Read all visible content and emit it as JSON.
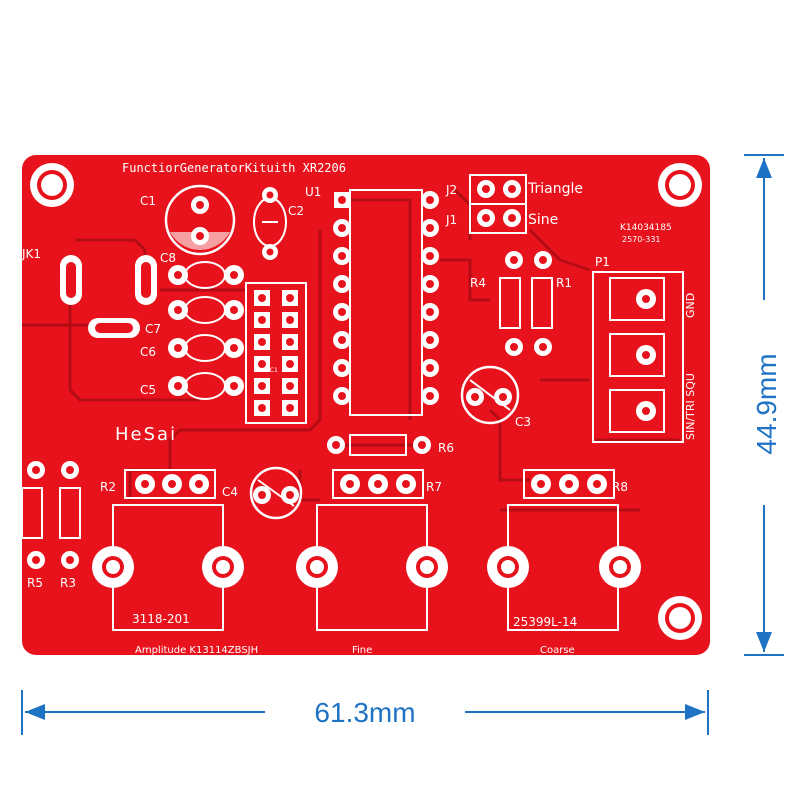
{
  "board": {
    "title": "FunctiorGeneratorKituith XR2206",
    "brand": "HeSai",
    "part_code": "K14034185",
    "part_code_2": "2570-331",
    "colors": {
      "pcb": "#e8121c",
      "silk": "#ffffff",
      "dimension": "#1f73c4"
    }
  },
  "components": {
    "c1": "C1",
    "c2": "C2",
    "c3": "C3",
    "c4": "C4",
    "c5": "C5",
    "c6": "C6",
    "c7": "C7",
    "c8": "C8",
    "u1": "U1",
    "j1": "J1",
    "j2": "J2",
    "jk1": "JK1",
    "r1": "R1",
    "r2": "R2",
    "r3": "R3",
    "r4": "R4",
    "r5": "R5",
    "r6": "R6",
    "r7": "R7",
    "r8": "R8",
    "p1": "P1",
    "ic": "IC1"
  },
  "labels": {
    "triangle": "Triangle",
    "sine": "Sine",
    "gnd": "GND",
    "sin_tri_squ": "SIN/TRI SQU",
    "pot_left": "3118-201",
    "pot_right": "25399L-14",
    "amplitude": "Amplitude K13114ZBSJH",
    "fine": "Fine",
    "coarse": "Coarse"
  },
  "dimensions": {
    "width": "61.3mm",
    "height": "44.9mm"
  }
}
